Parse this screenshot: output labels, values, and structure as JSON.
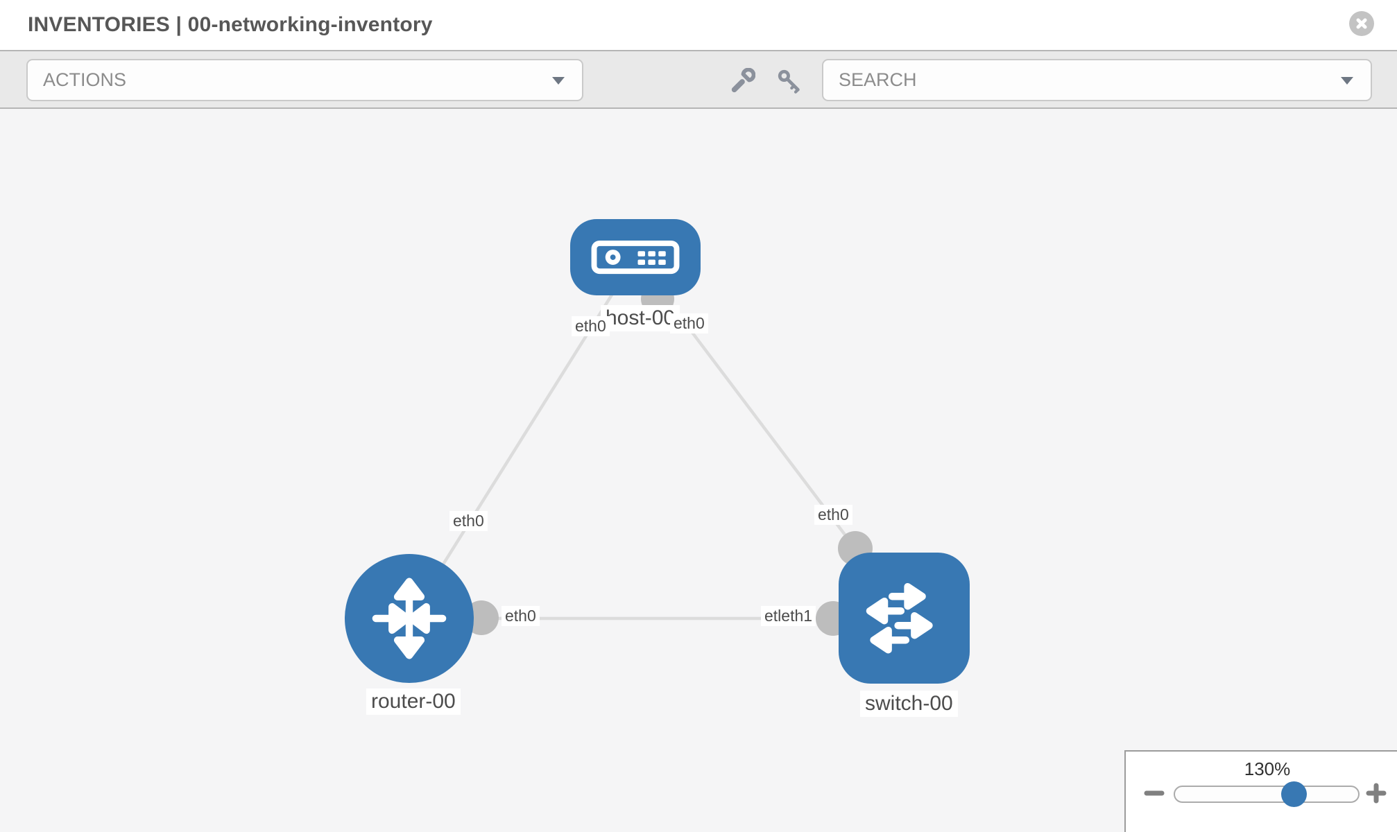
{
  "header": {
    "title": "INVENTORIES | 00-networking-inventory"
  },
  "toolbar": {
    "actions_label": "ACTIONS",
    "search_placeholder": "SEARCH",
    "icons": [
      "wrench-icon",
      "key-icon"
    ]
  },
  "topology": {
    "nodes": [
      {
        "label": "host-00",
        "type": "host"
      },
      {
        "label": "router-00",
        "type": "router"
      },
      {
        "label": "switch-00",
        "type": "switch"
      }
    ],
    "links": [
      {
        "from": "host-00",
        "from_if": "eth0",
        "to": "router-00",
        "to_if": "eth0"
      },
      {
        "from": "host-00",
        "from_if": "eth0",
        "to": "switch-00",
        "to_if": "eth0"
      },
      {
        "from": "router-00",
        "from_if": "eth0",
        "to": "switch-00",
        "to_if": "eth1"
      }
    ],
    "interface_labels": {
      "host_left": "eth0",
      "host_right": "eth0",
      "router_top": "eth0",
      "switch_top": "eth0",
      "mid_left": "eth0",
      "mid_right": "etleth1"
    }
  },
  "zoom_control": {
    "value": "130%"
  },
  "colors": {
    "node_blue": "#3878b3",
    "link_gray": "#dcdcdc",
    "port_gray": "#bdbdbd",
    "toolbar_gray": "#e9e9e9",
    "canvas_gray": "#f5f5f6"
  }
}
